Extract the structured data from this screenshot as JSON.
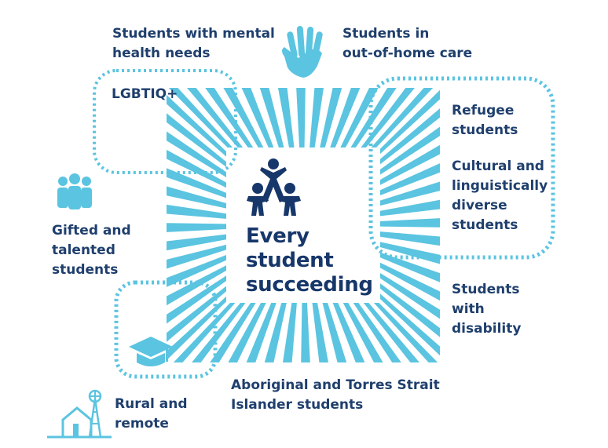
{
  "center": {
    "title": "Every\nstudent\nsucceeding"
  },
  "groups": {
    "mental_health": "Students with mental\nhealth needs",
    "out_of_home_care": "Students in\nout-of-home care",
    "lgbtiq": "LGBTIQ+",
    "refugee": "Refugee\nstudents",
    "cultural": "Cultural and\nlinguistically\ndiverse\nstudents",
    "gifted": "Gifted and\ntalented\nstudents",
    "disability": "Students\nwith\ndisability",
    "aboriginal": "Aboriginal and Torres Strait\nIslander students",
    "rural": "Rural and\nremote"
  },
  "colors": {
    "accent": "#5bc4e0",
    "text": "#1f3f6d",
    "dark": "#17376a"
  }
}
